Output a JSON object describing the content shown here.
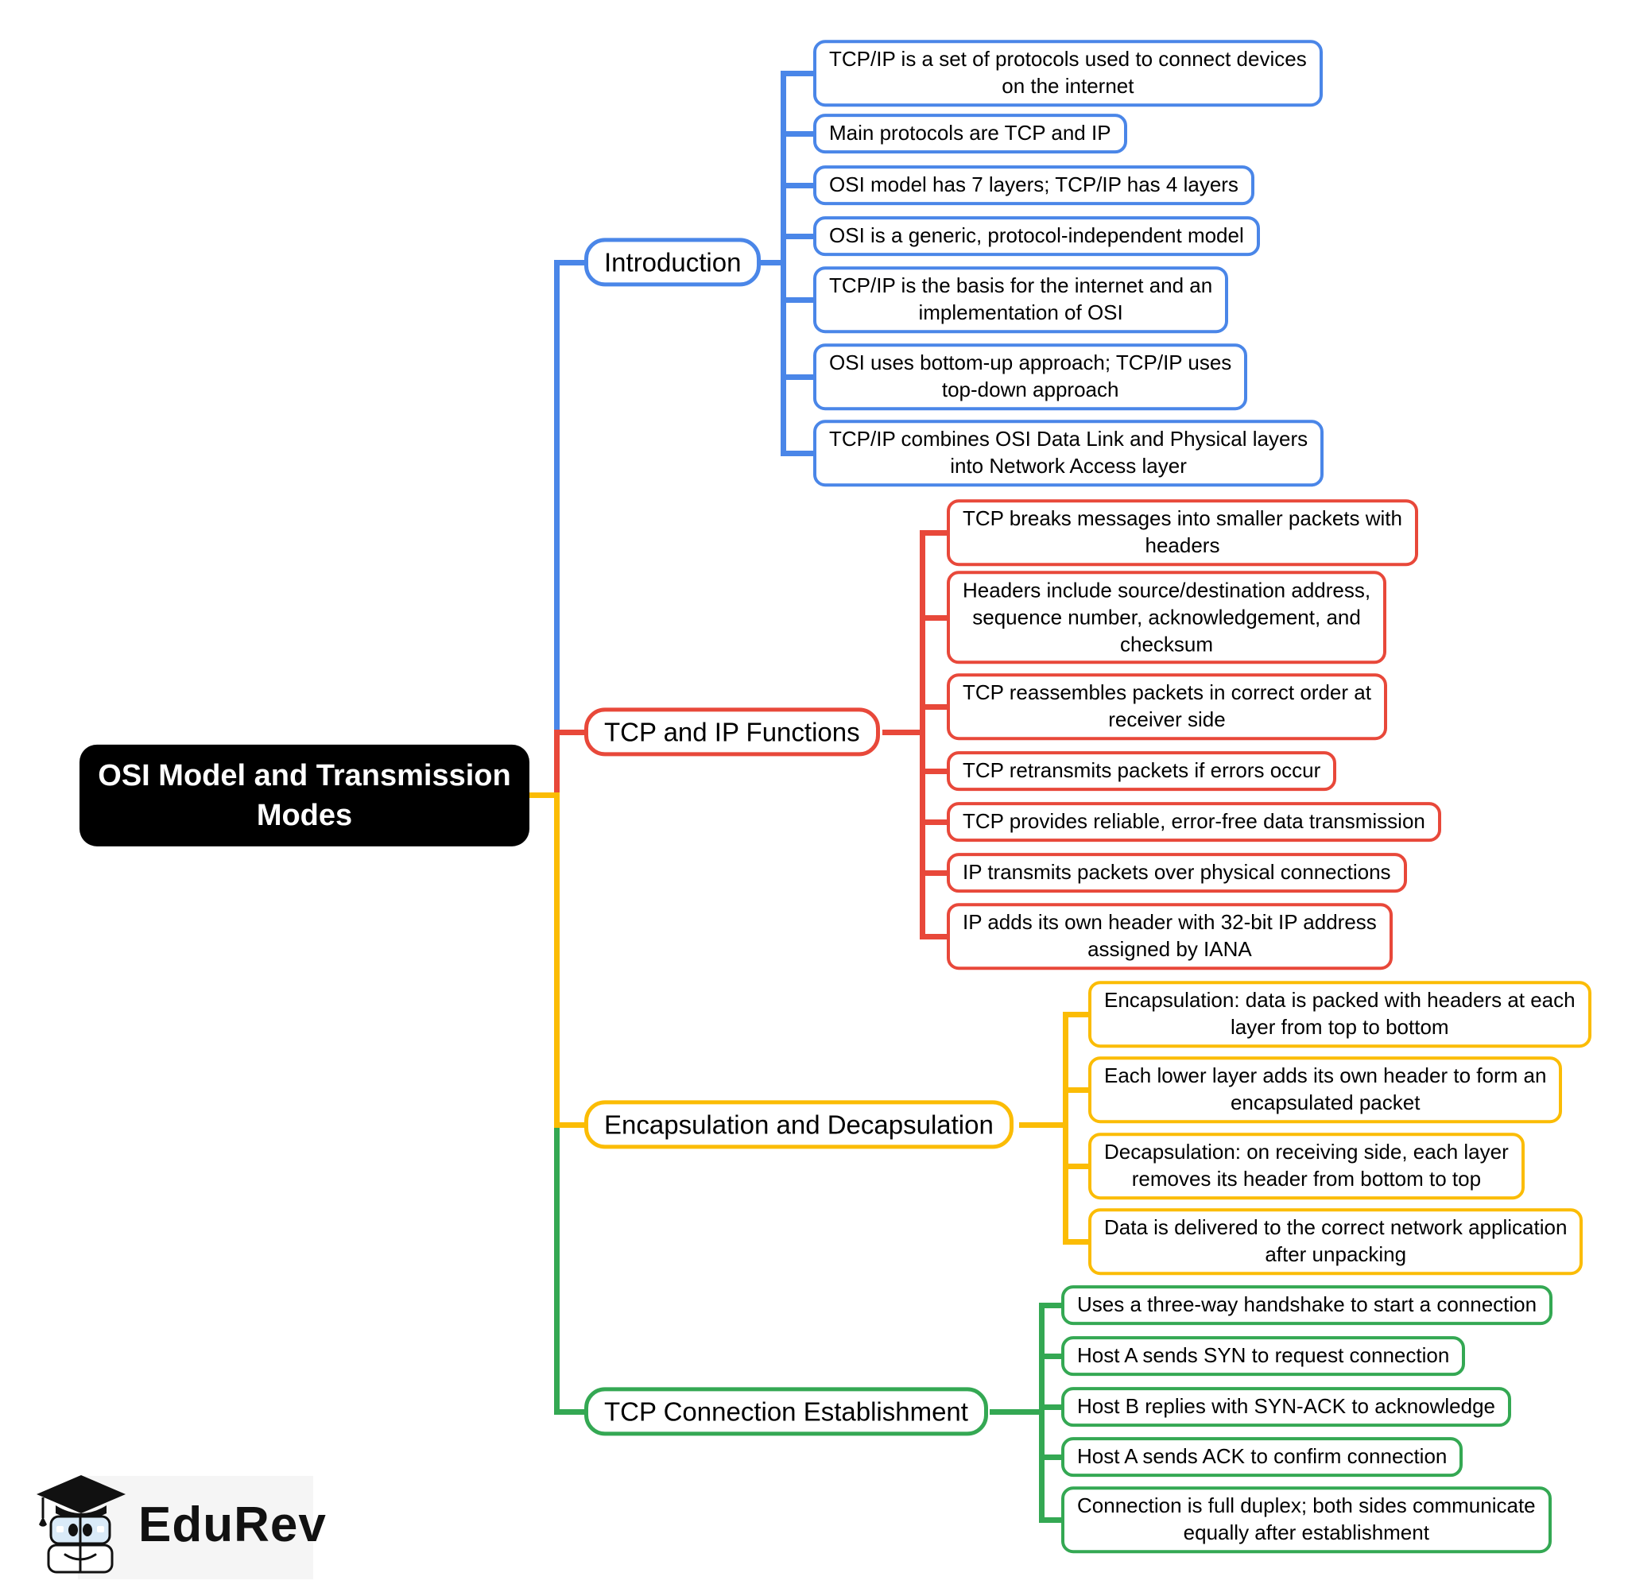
{
  "colors": {
    "blue": "#4a86e8",
    "red": "#e8483a",
    "yellow": "#fbbc05",
    "green": "#34a853",
    "root_bg": "#000000",
    "root_text": "#ffffff"
  },
  "root": {
    "label": "OSI Model and Transmission\nModes"
  },
  "branches": [
    {
      "label": "Introduction",
      "color": "#4a86e8",
      "leaves": [
        "TCP/IP is a set of protocols used to connect devices\non the internet",
        "Main protocols are TCP and IP",
        "OSI model has 7 layers; TCP/IP has 4 layers",
        "OSI is a generic, protocol-independent model",
        "TCP/IP is the basis for the internet and an\nimplementation of OSI",
        "OSI uses bottom-up approach; TCP/IP uses\ntop-down approach",
        "TCP/IP combines OSI Data Link and Physical layers\ninto Network Access layer"
      ]
    },
    {
      "label": "TCP and IP Functions",
      "color": "#e8483a",
      "leaves": [
        "TCP breaks messages into smaller packets with\nheaders",
        "Headers include source/destination address,\nsequence number, acknowledgement, and\nchecksum",
        "TCP reassembles packets in correct order at\nreceiver side",
        "TCP retransmits packets if errors occur",
        "TCP provides reliable, error-free data transmission",
        "IP transmits packets over physical connections",
        "IP adds its own header with 32-bit IP address\nassigned by IANA"
      ]
    },
    {
      "label": "Encapsulation and Decapsulation",
      "color": "#fbbc05",
      "leaves": [
        "Encapsulation: data is packed with headers at each\nlayer from top to bottom",
        "Each lower layer adds its own header to form an\nencapsulated packet",
        "Decapsulation: on receiving side, each layer\nremoves its header from bottom to top",
        "Data is delivered to the correct network application\nafter unpacking"
      ]
    },
    {
      "label": "TCP Connection Establishment",
      "color": "#34a853",
      "leaves": [
        "Uses a three-way handshake to start a connection",
        "Host A sends SYN to request connection",
        "Host B replies with SYN-ACK to acknowledge",
        "Host A sends ACK to confirm connection",
        "Connection is full duplex; both sides communicate\nequally after establishment"
      ]
    }
  ],
  "logo": {
    "text": "EduRev"
  }
}
